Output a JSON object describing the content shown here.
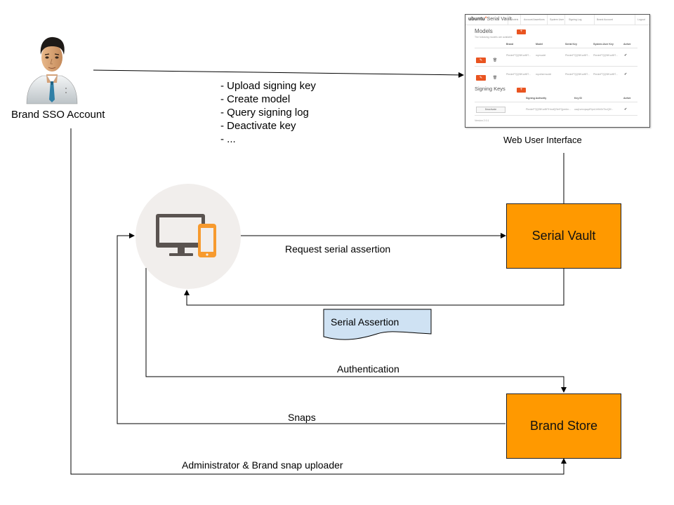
{
  "actor": {
    "name": "Brand SSO Account"
  },
  "actions": [
    "- Upload signing key",
    "- Create model",
    "- Query signing log",
    "- Deactivate key",
    "- ..."
  ],
  "web_ui": {
    "caption": "Web User Interface",
    "brand": "ubuntu",
    "brand_suffix": "Serial Vault",
    "nav": [
      "Models",
      "Account Assertions",
      "System User",
      "Signing Log",
      "Brand Account",
      "Logout"
    ],
    "models_title": "Models",
    "models_subtitle": "The following models are available",
    "models_headers": [
      "Brand",
      "Model",
      "Serial Key",
      "System-User Key",
      "Active"
    ],
    "models_rows": [
      [
        "PbrdmP7jQSfKcd9f7...",
        "mymodel",
        "PbrdmP7jQSfKcd9f7...",
        "PbrdmP7jQSfKcd9f7...",
        "✔"
      ],
      [
        "PbrdmP7jQSfKcd9f7...",
        "myothermodel",
        "PbrdmP7jQSfKcd9f7...",
        "PbrdmP7jQSfKcd9f7...",
        "✔"
      ]
    ],
    "keys_title": "Signing Keys",
    "keys_headers": [
      "Signing Authority",
      "Key ID",
      "Active"
    ],
    "keys_rows": [
      [
        "Deactivate",
        "PbrdmP7jQSfKcd9f7HmdQSinFQpmbn...",
        "uaq1vmrqwqdfYpn1h9hXhThcQ2f...",
        "✔"
      ]
    ],
    "footer": "Version 2.0.1",
    "plus": "+"
  },
  "device": {
    "icon": "computer-and-phone-icon",
    "accent": "#f79a2e"
  },
  "serial_vault": {
    "label": "Serial Vault"
  },
  "brand_store": {
    "label": "Brand Store"
  },
  "document": {
    "label": "Serial Assertion"
  },
  "flows": {
    "request": "Request serial assertion",
    "authentication": "Authentication",
    "snaps": "Snaps",
    "admin": "Administrator & Brand snap uploader"
  },
  "colors": {
    "box": "#ff9900",
    "doc": "#cfe2f3",
    "line": "#000000",
    "orange": "#e95420"
  }
}
